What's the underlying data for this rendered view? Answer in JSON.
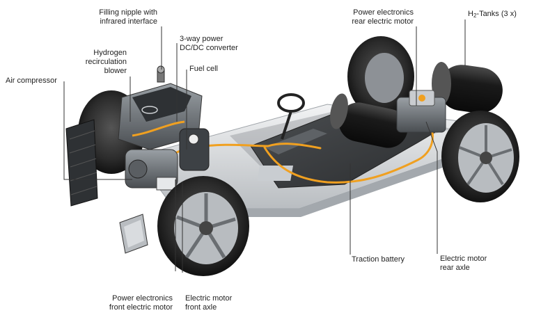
{
  "labels": {
    "filling_nipple": [
      "Filling nipple with",
      "infrared interface"
    ],
    "dcdc_converter": [
      "3-way power",
      "DC/DC converter"
    ],
    "hydrogen_blower": [
      "Hydrogen",
      "recirculation",
      "blower"
    ],
    "fuel_cell": "Fuel cell",
    "air_compressor": "Air compressor",
    "power_electronics_rear": [
      "Power electronics",
      "rear electric motor"
    ],
    "h2_tanks": {
      "prefix": "H",
      "sub": "2",
      "suffix": "-Tanks (3 x)"
    },
    "traction_battery": "Traction battery",
    "motor_rear": [
      "Electric motor",
      "rear axle"
    ],
    "power_electronics_front": [
      "Power electronics",
      "front electric motor"
    ],
    "motor_front": [
      "Electric motor",
      "front axle"
    ]
  },
  "colors": {
    "background": "#ffffff",
    "text": "#222222",
    "leader": "#333333",
    "tire": "#2a2a2a",
    "rim": "#b8bcc0",
    "frame": "#d9dcdf",
    "battery": "#3a3d40",
    "hv_cable": "#f0a020",
    "tank": "#1c1c1c",
    "engine": "#6a6e72"
  }
}
